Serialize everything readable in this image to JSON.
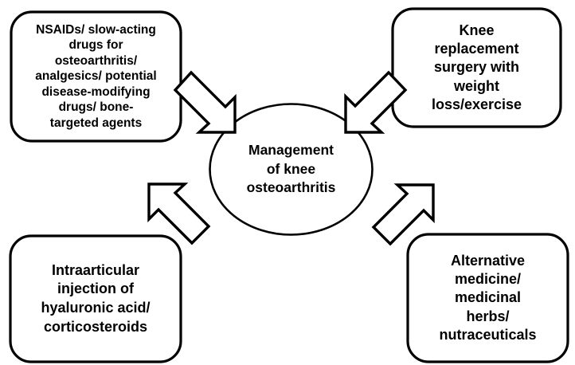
{
  "diagram": {
    "type": "concept-map",
    "title": "Management of knee osteoarthritis",
    "center": {
      "id": "center-node",
      "shape": "ellipse",
      "text": "Management\nof knee\nosteoarthritis"
    },
    "nodes": [
      {
        "id": "node-topleft",
        "position": "top-left",
        "shape": "rounded-rectangle",
        "text": "NSAIDs/ slow-acting\ndrugs for\nosteoarthritis/\nanalgesics/ potential\ndisease-modifying\ndrugs/ bone-\ntargeted agents"
      },
      {
        "id": "node-topright",
        "position": "top-right",
        "shape": "rounded-rectangle",
        "text": "Knee\nreplacement\nsurgery with\nweight\nloss/exercise"
      },
      {
        "id": "node-bottomleft",
        "position": "bottom-left",
        "shape": "rounded-rectangle",
        "text": "Intraarticular\ninjection of\nhyaluronic acid/\ncorticosteroids"
      },
      {
        "id": "node-bottomright",
        "position": "bottom-right",
        "shape": "rounded-rectangle",
        "text": "Alternative\nmedicine/\nmedicinal\nherbs/\nnutraceuticals"
      }
    ],
    "arrows": [
      {
        "id": "arrow-topleft-to-center",
        "from": "node-topleft",
        "to": "center-node",
        "direction": "down-right"
      },
      {
        "id": "arrow-topright-to-center",
        "from": "node-topright",
        "to": "center-node",
        "direction": "down-left"
      },
      {
        "id": "arrow-bottomleft-to-center",
        "from": "node-bottomleft",
        "to": "center-node",
        "direction": "up-right"
      },
      {
        "id": "arrow-bottomright-to-center",
        "from": "node-bottomright",
        "to": "center-node",
        "direction": "up-left"
      }
    ],
    "colors": {
      "background": "#ffffff",
      "stroke": "#000000",
      "fill": "#ffffff",
      "text": "#000000"
    }
  }
}
